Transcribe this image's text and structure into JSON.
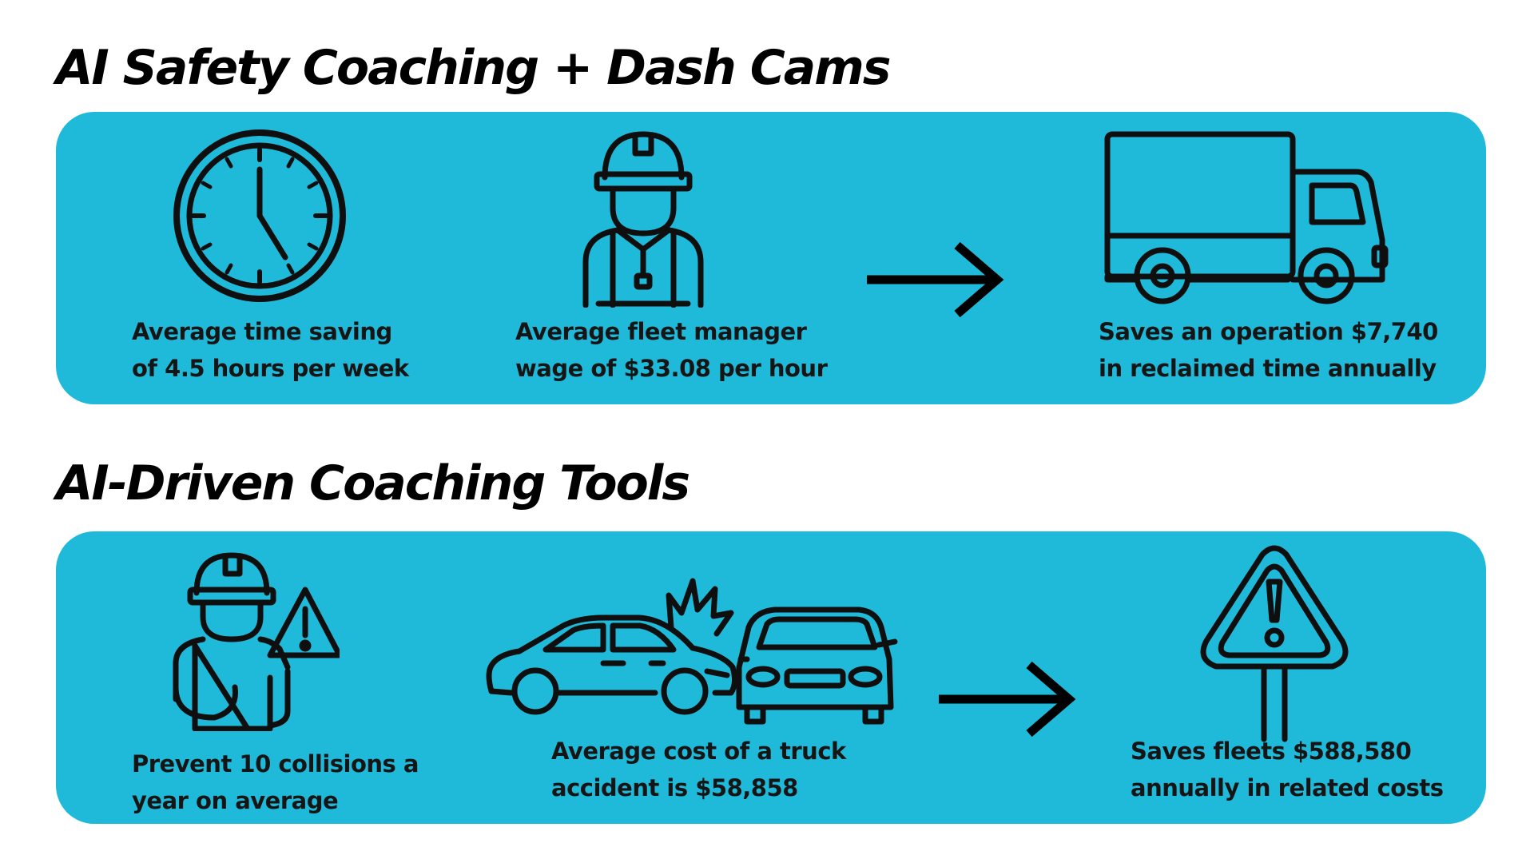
{
  "section1": {
    "title": "AI Safety Coaching + Dash Cams",
    "items": [
      {
        "icon": "clock-icon",
        "line1": "Average time saving",
        "line2": "of 4.5 hours per week"
      },
      {
        "icon": "fleet-manager-icon",
        "line1": "Average fleet manager",
        "line2": "wage of $33.08 per hour"
      },
      {
        "icon": "truck-icon",
        "line1": "Saves an operation $7,740",
        "line2": "in reclaimed time annually"
      }
    ],
    "arrow_icon": "arrow-right-icon"
  },
  "section2": {
    "title": "AI-Driven Coaching Tools",
    "items": [
      {
        "icon": "injured-worker-warning-icon",
        "line1": "Prevent 10 collisions a",
        "line2": "year on average"
      },
      {
        "icon": "car-collision-icon",
        "line1": "Average cost of a truck",
        "line2": "accident is $58,858"
      },
      {
        "icon": "warning-sign-icon",
        "line1": "Saves fleets $588,580",
        "line2": "annually in related costs"
      }
    ],
    "arrow_icon": "arrow-right-icon"
  },
  "colors": {
    "panel": "#1fbad9",
    "ink": "#0f0f0f",
    "background": "#ffffff"
  }
}
